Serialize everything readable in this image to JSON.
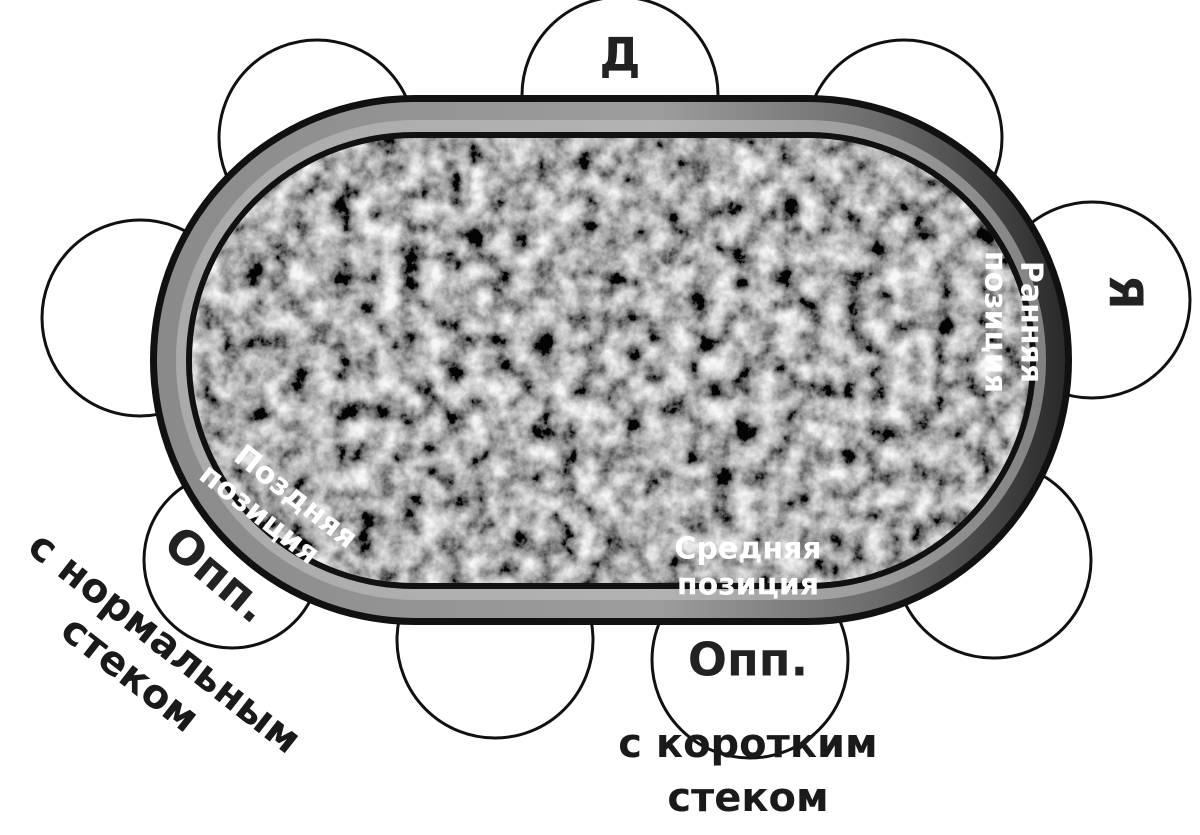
{
  "table": {
    "seats": {
      "dealer": "Д",
      "me": "Я",
      "opp_short": "Опп.",
      "opp_normal": "Опп."
    },
    "positions": {
      "early": [
        "Ранняя",
        "позиция"
      ],
      "middle": [
        "Средняя",
        "позиция"
      ],
      "late": [
        "Поздняя",
        "позиция"
      ]
    }
  },
  "captions": {
    "short_stack": [
      "с коротким",
      "стеком"
    ],
    "normal_stack": [
      "с нормальным",
      "стеком"
    ]
  }
}
